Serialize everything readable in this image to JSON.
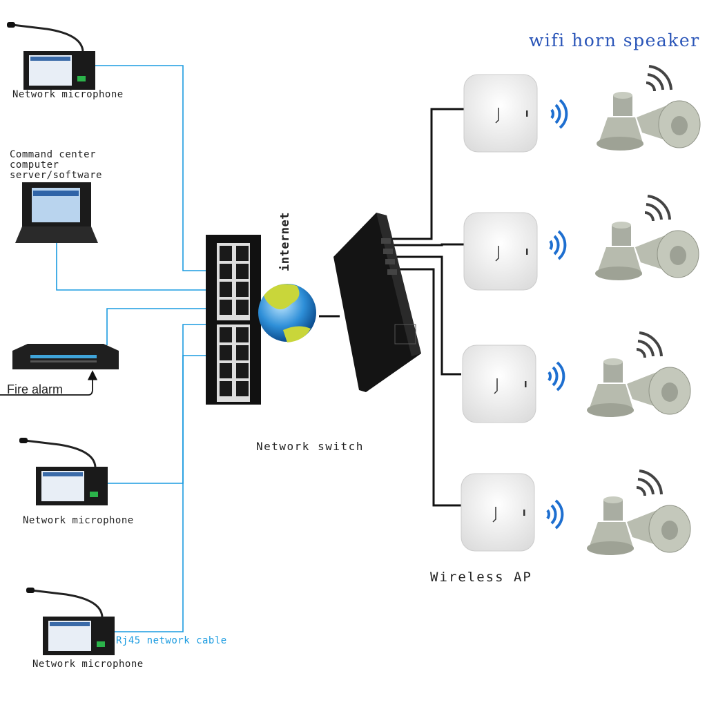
{
  "title": "wifi horn speaker",
  "labels": {
    "mic_top": "Network microphone",
    "command_center": [
      "Command center",
      "computer",
      "server/software"
    ],
    "fire_alarm": "Fire alarm",
    "mic_mid": "Network microphone",
    "mic_bottom": "Network microphone",
    "cable": "Rj45 network cable",
    "internet": "internet",
    "network_switch": "Network switch",
    "wireless_ap": "Wireless AP"
  },
  "colors": {
    "cable": "#1a9be0",
    "title": "#2a55b8",
    "wifi": "#1e6fd0",
    "line": "#111111"
  },
  "icons": [
    "microphone-console",
    "laptop-rack",
    "fire-alarm-rack",
    "patch-panel",
    "globe",
    "poe-switch",
    "wireless-ap",
    "wifi-signal",
    "horn-speaker"
  ]
}
